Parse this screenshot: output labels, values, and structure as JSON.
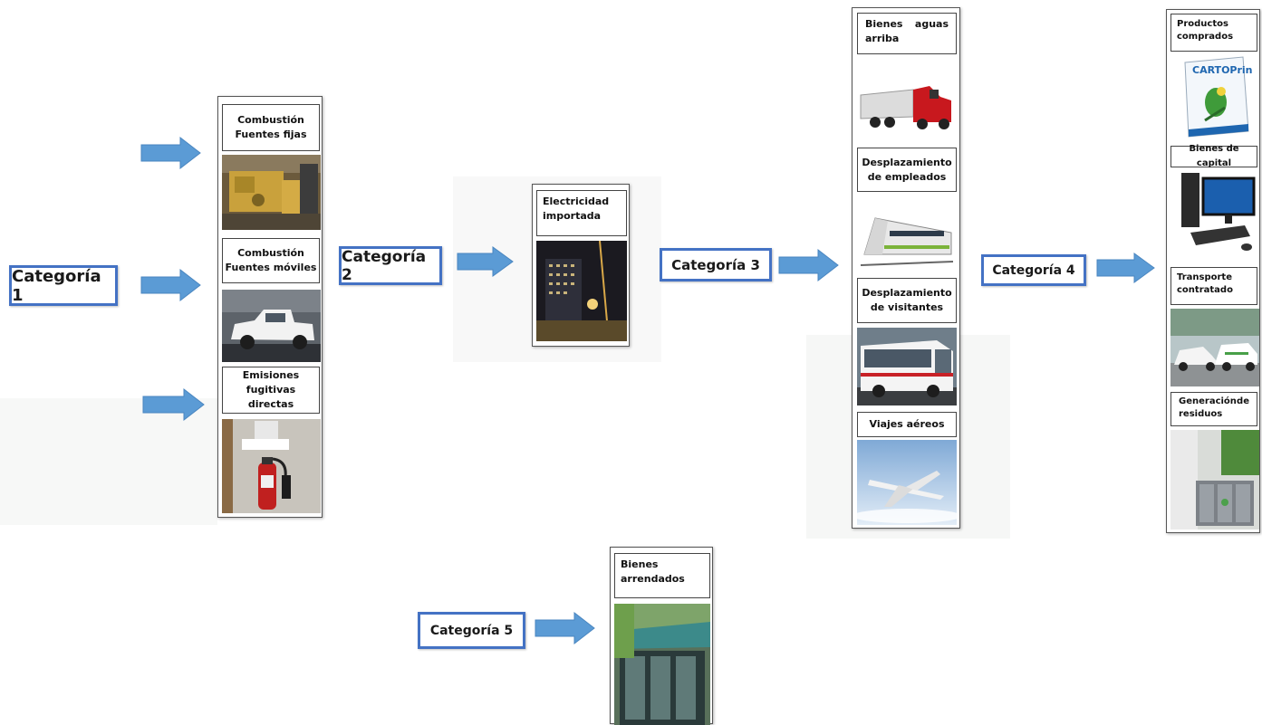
{
  "categories": {
    "c1": "Categoría 1",
    "c2": "Categoría 2",
    "c3": "Categoría 3",
    "c4": "Categoría 4",
    "c5": "Categoría 5"
  },
  "panel1": {
    "fixed": "Combustión\nFuentes fijas",
    "mobile": "Combustión\nFuentes móviles",
    "fugitive": "Emisiones\nfugitivas directas"
  },
  "panel2": {
    "electricity": "Electricidad\nimportada"
  },
  "panel3": {
    "upstream": "Bienes aguas\narriba",
    "employees": "Desplazamiento\nde empleados",
    "visitors": "Desplazamiento\nde visitantes",
    "flights": "Viajes aéreos"
  },
  "panel4": {
    "purchased": "Productos\ncomprados",
    "capital": "Bienes de capital",
    "transport": "Transporte\ncontratado",
    "waste": "Generación de\nresiduos",
    "brand": "CARTOPrint"
  },
  "panel5": {
    "leased": "Bienes\narrendados"
  },
  "colors": {
    "accent": "#4472c4",
    "arrow": "#5b9bd5"
  }
}
